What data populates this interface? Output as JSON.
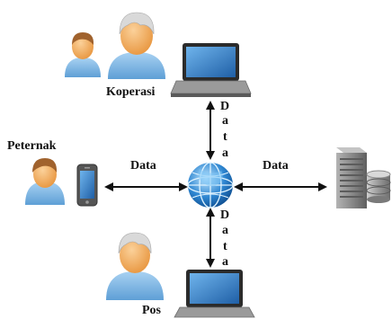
{
  "nodes": {
    "koperasi": {
      "label": "Koperasi"
    },
    "peternak": {
      "label": "Peternak"
    },
    "pos": {
      "label": "Pos"
    }
  },
  "edges": {
    "top": {
      "label": "D a t a",
      "letters": [
        "D",
        "a",
        "t",
        "a"
      ]
    },
    "left": {
      "label": "Data"
    },
    "right": {
      "label": "Data"
    },
    "bottom": {
      "label": "D a t a",
      "letters": [
        "D",
        "a",
        "t",
        "a"
      ]
    }
  },
  "icons": {
    "top_people": "user-group-icon",
    "laptop": "laptop-icon",
    "peternak_person": "person-icon",
    "phone": "smartphone-icon",
    "globe": "globe-icon",
    "server": "server-icon",
    "database": "database-icon",
    "pos_person": "elderly-person-icon"
  },
  "colors": {
    "skin": "#f6b26b",
    "hair_brown": "#a0622d",
    "hair_gray": "#d9d9d9",
    "shirt": "#87bde8",
    "laptop_screen": "#3a7cc4",
    "globe": "#2e86d1",
    "server": "#8c8c8c",
    "arrow": "#111111"
  }
}
